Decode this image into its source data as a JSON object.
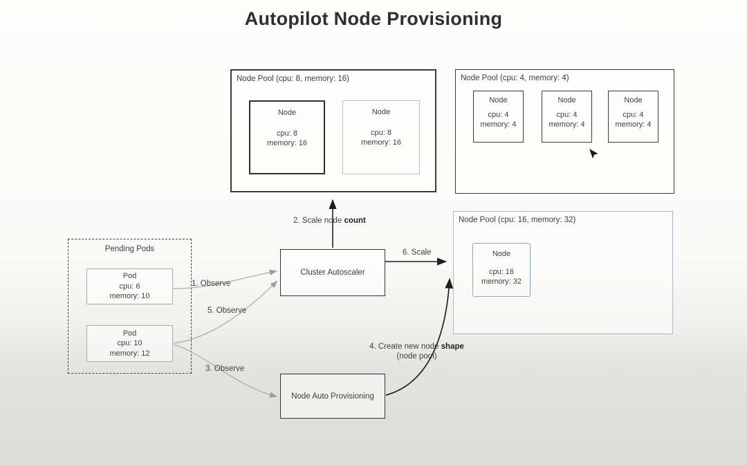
{
  "title": "Autopilot Node Provisioning",
  "pools": [
    {
      "label": "Node Pool (cpu: 8, memory: 16)",
      "nodes": [
        {
          "name": "Node",
          "cpu": "cpu: 8",
          "memory": "memory: 16"
        },
        {
          "name": "Node",
          "cpu": "cpu: 8",
          "memory": "memory: 16"
        }
      ]
    },
    {
      "label": "Node Pool (cpu: 4, memory: 4)",
      "nodes": [
        {
          "name": "Node",
          "cpu": "cpu: 4",
          "memory": "memory: 4"
        },
        {
          "name": "Node",
          "cpu": "cpu: 4",
          "memory": "memory: 4"
        },
        {
          "name": "Node",
          "cpu": "cpu: 4",
          "memory": "memory: 4"
        }
      ]
    },
    {
      "label": "Node Pool (cpu: 16, memory: 32)",
      "nodes": [
        {
          "name": "Node",
          "cpu": "cpu: 16",
          "memory": "memory: 32"
        }
      ]
    }
  ],
  "pending": {
    "title": "Pending Pods",
    "pods": [
      {
        "name": "Pod",
        "cpu": "cpu: 6",
        "memory": "memory: 10"
      },
      {
        "name": "Pod",
        "cpu": "cpu: 10",
        "memory": "memory: 12"
      }
    ]
  },
  "boxes": {
    "cluster_autoscaler": "Cluster Autoscaler",
    "node_auto_provisioning": "Node Auto Provisioning"
  },
  "labels": {
    "observe1": "1. Observe",
    "scale2_prefix": "2. Scale node ",
    "scale2_bold": "count",
    "observe3": "3. Observe",
    "create4_prefix": "4. Create new node ",
    "create4_bold": "shape",
    "create4_sub": "(node pool)",
    "observe5": "5. Observe",
    "scale6": "6. Scale"
  },
  "colors": {
    "highlight_node_border": "#aac6d6",
    "highlight_pool_border": "#a3bcc6",
    "pod_border": "#a2b0a0",
    "box_border": "#333333",
    "arrow_dark": "#1f1f1f",
    "arrow_light": "#b2b2b0"
  }
}
